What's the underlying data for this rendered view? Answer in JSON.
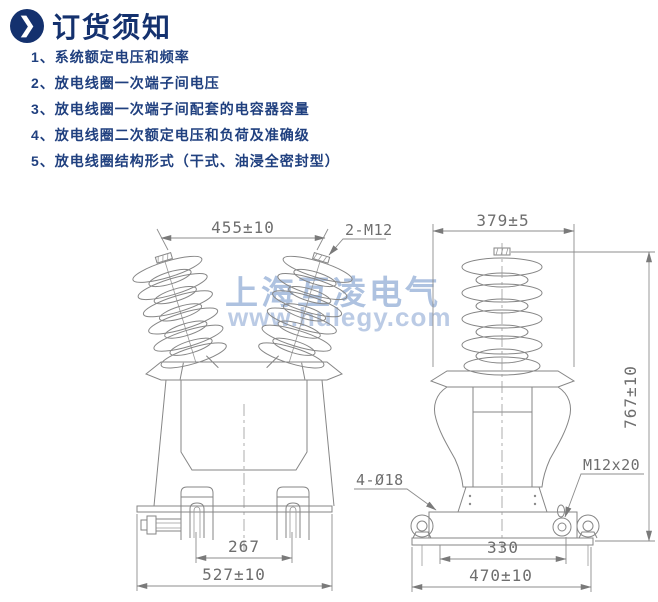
{
  "header": {
    "title": "订货须知"
  },
  "notes": [
    "1、系统额定电压和频率",
    "2、放电线圈一次端子间电压",
    "3、放电线圈一次端子间配套的电容器容量",
    "4、放电线圈二次额定电压和负荷及准确级",
    "5、放电线圈结构形式（干式、油浸全密封型）"
  ],
  "watermark": {
    "company": "上海互凌电气",
    "website": "www.hulegy.com"
  },
  "front_view": {
    "dim_terminal_span": "455±10",
    "label_terminal_bolts": "2-M12",
    "dim_foot_span": "267",
    "dim_overall_width": "527±10"
  },
  "side_view": {
    "dim_flange_width": "379±5",
    "dim_overall_height": "767±10",
    "label_ground_bolt": "M12x20",
    "label_mounting_holes": "4-Ø18",
    "dim_base_span": "330",
    "dim_overall_width": "470±10"
  },
  "colors": {
    "navy": "#14316e",
    "list_text": "#20407f",
    "drawing_line": "#868686",
    "dimension_text": "#6e6e6e",
    "watermark_blue": "#7b9bd0"
  }
}
